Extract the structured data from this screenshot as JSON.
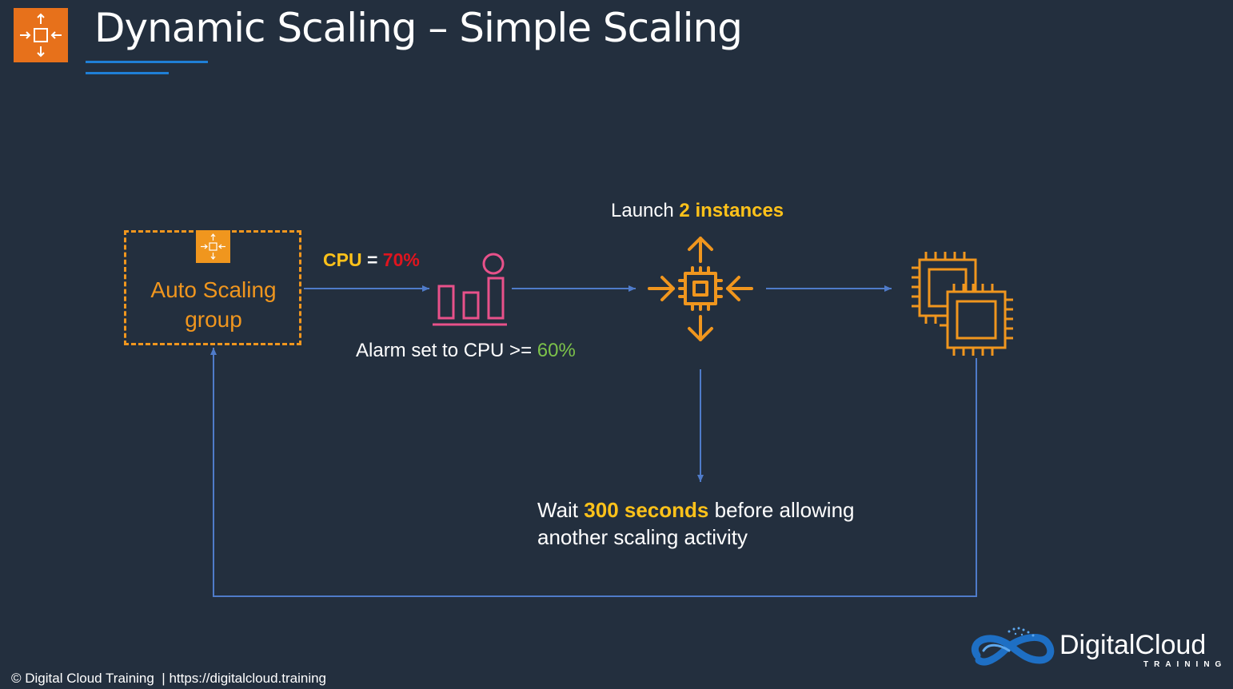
{
  "title": "Dynamic Scaling – Simple Scaling",
  "asg": {
    "label_line1": "Auto Scaling",
    "label_line2": "group"
  },
  "metric": {
    "name": "CPU",
    "equals": "=",
    "value": "70%"
  },
  "alarm": {
    "prefix": "Alarm set to CPU >=",
    "threshold": "60%"
  },
  "launch": {
    "prefix": "Launch",
    "emphasis": "2 instances"
  },
  "wait": {
    "prefix": "Wait",
    "emphasis": "300 seconds",
    "suffix": "before allowing",
    "line2": "another scaling activity"
  },
  "footer": {
    "copyright": "© Digital Cloud Training",
    "separator": "|",
    "url": "https://digitalcloud.training"
  },
  "brand": {
    "name": "DigitalCloud",
    "sub": "TRAINING"
  },
  "colors": {
    "background": "#232f3e",
    "orange": "#f0961e",
    "pink": "#e8518a",
    "arrow": "#4f7bc9",
    "yellow": "#ffc21a",
    "red": "#e0141e",
    "green": "#7cc24a",
    "title_underline": "#1f7fd6"
  },
  "icons": {
    "title": "auto-scaling-icon",
    "asg": "auto-scaling-icon",
    "alarm": "cloudwatch-alarm-icon",
    "scaling_action": "scale-out-chip-icon",
    "instances": "ec2-instances-icon",
    "brand": "digitalcloud-logo-icon"
  }
}
